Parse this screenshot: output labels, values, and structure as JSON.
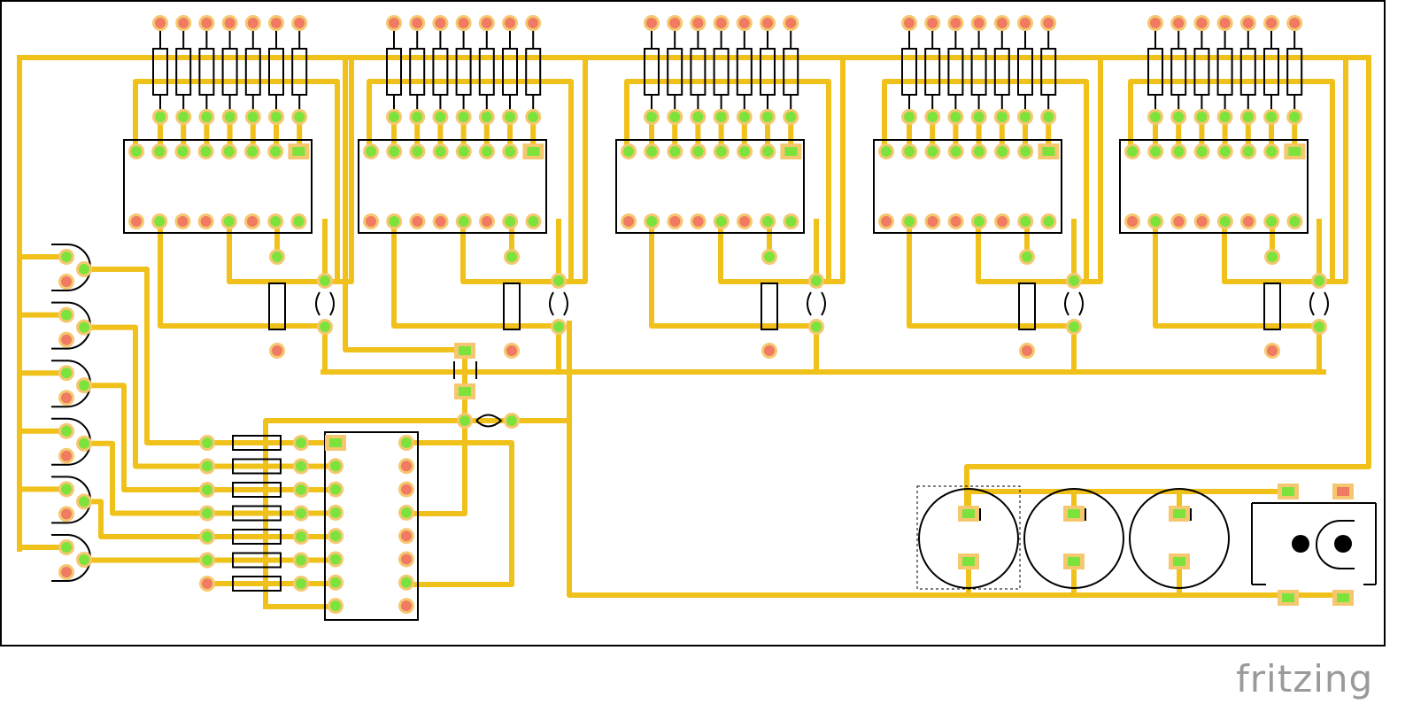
{
  "app": {
    "watermark": "fritzing"
  },
  "colors": {
    "trace": "#EFC11A",
    "pad_connected": "#7CE33C",
    "pad_unconnected": "#F07A62",
    "pad_ring": "#F5C870",
    "outline": "#000000",
    "board_bg": "#FFFFFF"
  },
  "parts": {
    "display_driver_modules": 5,
    "resistors_per_module": 7,
    "photo_sensors": 6,
    "series_resistors": 7,
    "main_ic": 1,
    "round_buttons": 3,
    "dc_jack": 1
  }
}
